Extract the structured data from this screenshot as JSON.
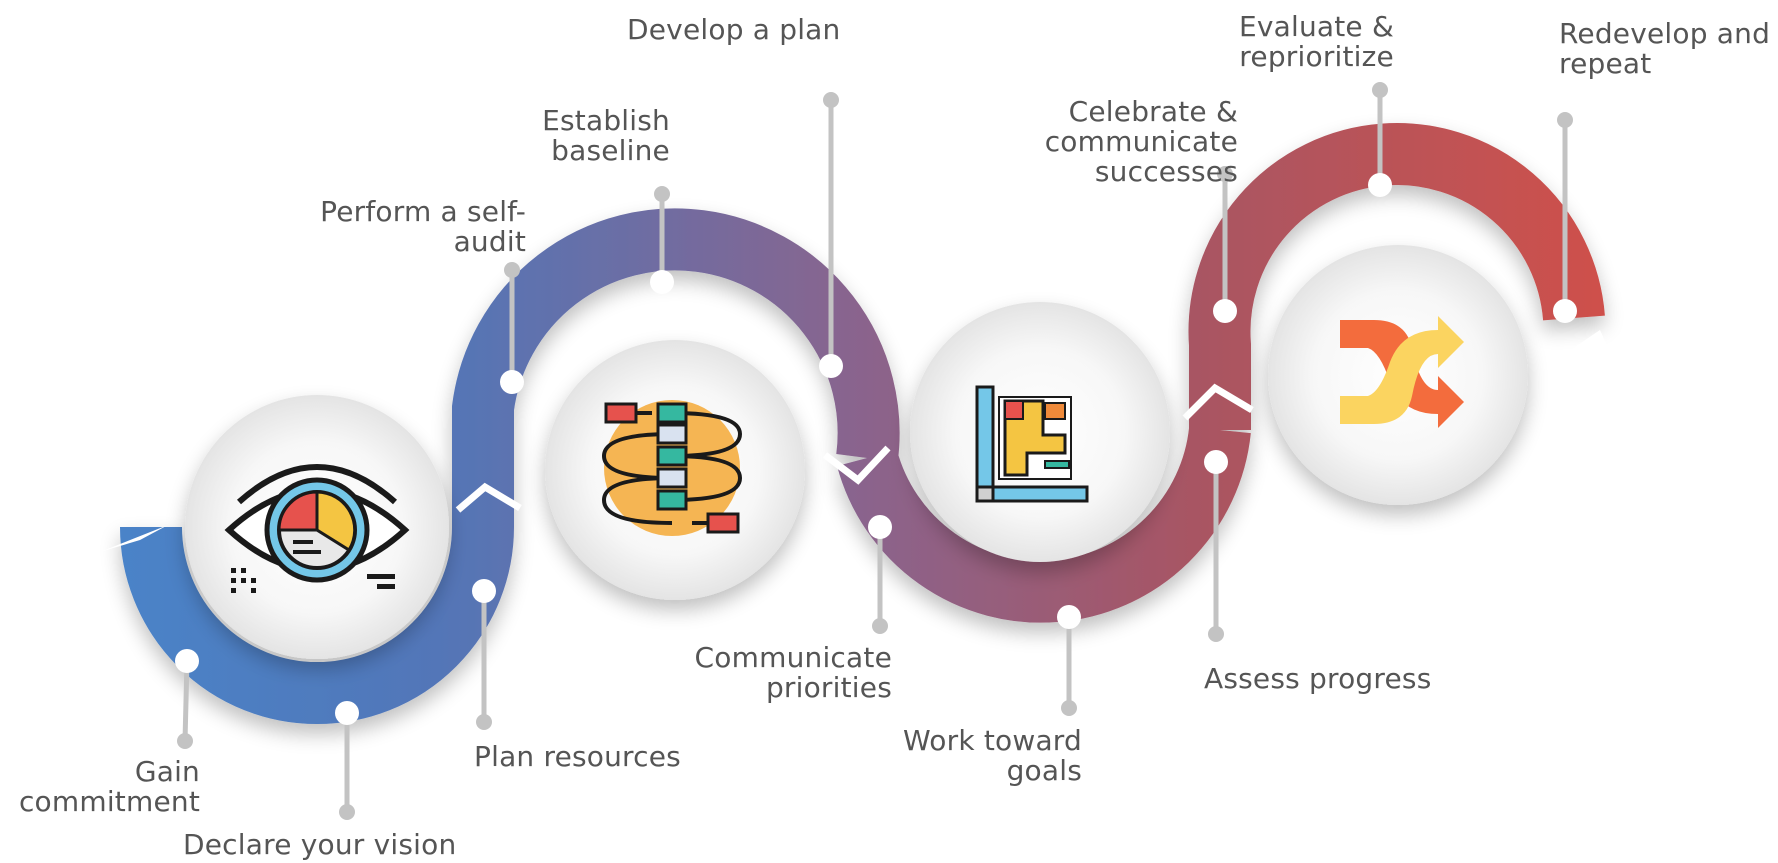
{
  "colors": {
    "ribbon_start": "#4a84c9",
    "ribbon_mid": "#8a648d",
    "ribbon_end": "#d0504a",
    "connector": "#c3c3c3",
    "label_text": "#555555"
  },
  "steps": [
    {
      "id": "gain-commitment",
      "label": "Gain\ncommitment"
    },
    {
      "id": "declare-vision",
      "label": "Declare your vision"
    },
    {
      "id": "plan-resources",
      "label": "Plan resources"
    },
    {
      "id": "self-audit",
      "label": "Perform a self-\naudit"
    },
    {
      "id": "establish-baseline",
      "label": "Establish\nbaseline"
    },
    {
      "id": "develop-plan",
      "label": "Develop a plan"
    },
    {
      "id": "communicate-priorities",
      "label": "Communicate\npriorities"
    },
    {
      "id": "work-toward-goals",
      "label": "Work toward\ngoals"
    },
    {
      "id": "assess-progress",
      "label": "Assess progress"
    },
    {
      "id": "celebrate-successes",
      "label": "Celebrate &\ncommunicate\nsuccesses"
    },
    {
      "id": "evaluate-reprioritize",
      "label": "Evaluate &\nreprioritize"
    },
    {
      "id": "redevelop-repeat",
      "label": "Redevelop and\nrepeat"
    }
  ],
  "icons": [
    {
      "name": "eye-chart-icon"
    },
    {
      "name": "flowchart-icon"
    },
    {
      "name": "blueprint-ruler-icon"
    },
    {
      "name": "shuffle-arrows-icon"
    }
  ]
}
